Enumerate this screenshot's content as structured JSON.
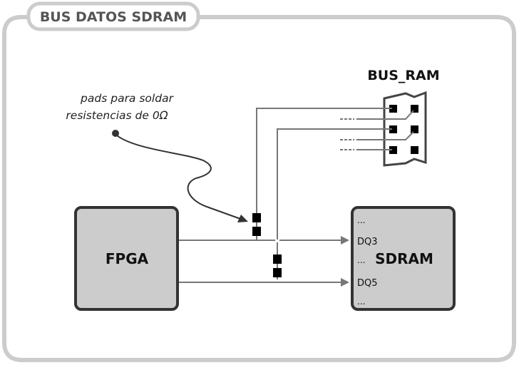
{
  "frame": {
    "title": "BUS DATOS SDRAM",
    "border_color": "#cccccc",
    "title_color": "#555555"
  },
  "annotation": {
    "line1": "pads para soldar",
    "line2": "resistencias de 0Ω"
  },
  "connector": {
    "label": "BUS_RAM",
    "pin_rows": 3,
    "pin_cols": 2
  },
  "fpga": {
    "label": "FPGA",
    "fill": "#cccccc",
    "border": "#333333"
  },
  "sdram": {
    "label": "SDRAM",
    "fill": "#cccccc",
    "border": "#333333",
    "pins": [
      "...",
      "DQ3",
      "...",
      "DQ5",
      "..."
    ]
  },
  "colors": {
    "wire": "#777777",
    "pad": "#000000"
  }
}
